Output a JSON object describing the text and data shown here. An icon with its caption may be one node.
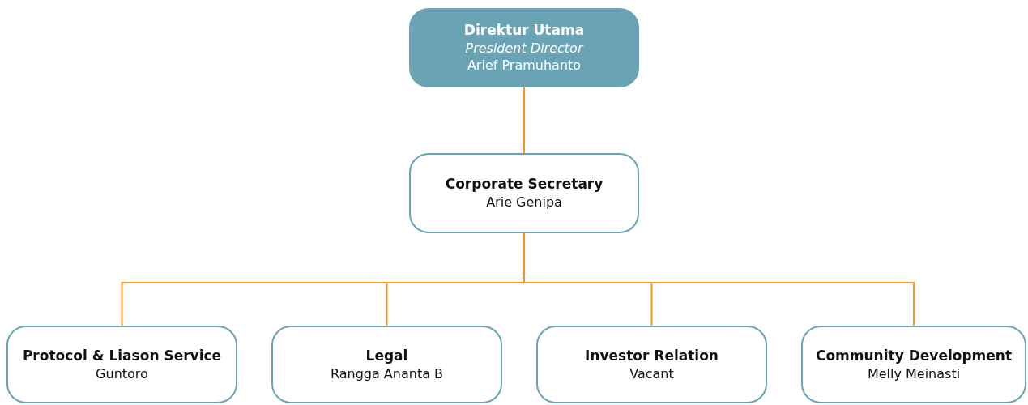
{
  "diagram": {
    "nodes": [
      {
        "text": [
          "Direktur Utama",
          "President Director",
          "Arief Pramuhanto"
        ]
      },
      {
        "text": [
          "Corporate Secretary",
          "Arie Genipa"
        ]
      },
      {
        "text": [
          "Protocol & Liason Service",
          "Guntoro"
        ]
      },
      {
        "text": [
          "Legal",
          "Rangga Ananta B"
        ]
      },
      {
        "text": [
          "Investor Relation",
          "Vacant"
        ]
      },
      {
        "text": [
          "Community Development",
          "Melly Meinasti"
        ]
      }
    ],
    "edges": [
      {
        "from": 0,
        "to": 1,
        "arrow": "none"
      },
      {
        "from": 1,
        "to": 2,
        "arrow": "none"
      },
      {
        "from": 1,
        "to": 3,
        "arrow": "none"
      },
      {
        "from": 1,
        "to": 4,
        "arrow": "none"
      },
      {
        "from": 1,
        "to": 5,
        "arrow": "none"
      }
    ]
  }
}
